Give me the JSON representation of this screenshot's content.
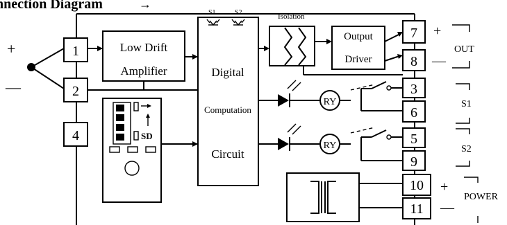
{
  "title": "nnection Diagram",
  "polarity": {
    "plus": "+",
    "minus": "—"
  },
  "terminals": {
    "t1": "1",
    "t2": "2",
    "t4": "4",
    "t7": "7",
    "t8": "8",
    "t3": "3",
    "t6": "6",
    "t5": "5",
    "t9": "9",
    "t10": "10",
    "t11": "11"
  },
  "blocks": {
    "amplifier_line1": "Low Drift",
    "amplifier_line2": "Amplifier",
    "digital_line1": "Digital",
    "digital_line2": "Computation",
    "digital_line3": "Circuit",
    "isolation": "Isolation",
    "driver_line1": "Output",
    "driver_line2": "Driver",
    "sd": "SD",
    "ry1": "RY",
    "ry2": "RY"
  },
  "leds": {
    "s1": "S1",
    "s2": "S2"
  },
  "outputs": {
    "out_plus": "+",
    "out_minus": "—",
    "out_label": "OUT",
    "s1_label": "S1",
    "s2_label": "S2",
    "power_plus": "+",
    "power_minus": "—",
    "power_label": "POWER"
  }
}
